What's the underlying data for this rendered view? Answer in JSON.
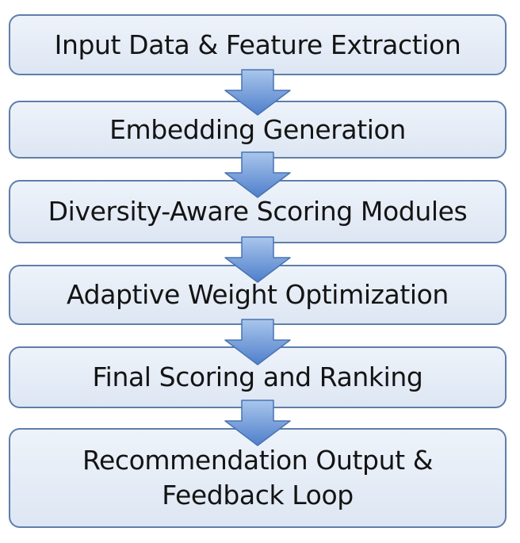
{
  "diagram": {
    "steps": [
      {
        "lines": [
          "Input Data & Feature Extraction"
        ]
      },
      {
        "lines": [
          "Embedding Generation"
        ]
      },
      {
        "lines": [
          "Diversity-Aware Scoring Modules"
        ]
      },
      {
        "lines": [
          "Adaptive Weight Optimization"
        ]
      },
      {
        "lines": [
          "Final Scoring and Ranking"
        ]
      },
      {
        "lines": [
          "Recommendation Output &",
          "Feedback Loop"
        ]
      }
    ],
    "colors": {
      "box_border": "#5f7eaa",
      "box_fill_top": "#eef3fa",
      "box_fill_bottom": "#dde6f3",
      "arrow_fill_top": "#a9c6ec",
      "arrow_fill_bottom": "#4f7fcb",
      "arrow_stroke": "#4a73b3",
      "text": "#141414"
    },
    "icons": [
      "down-arrow-icon"
    ]
  }
}
